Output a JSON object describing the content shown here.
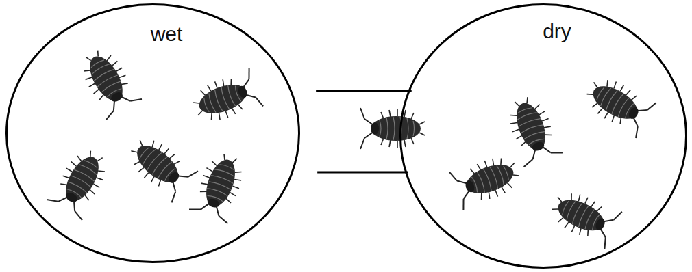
{
  "diagram": {
    "nodes": [
      {
        "text": [
          "wet"
        ]
      },
      {
        "text": [
          "dry"
        ]
      }
    ],
    "edges": [
      {
        "from": 0,
        "to": 1,
        "arrow": "none"
      }
    ]
  }
}
